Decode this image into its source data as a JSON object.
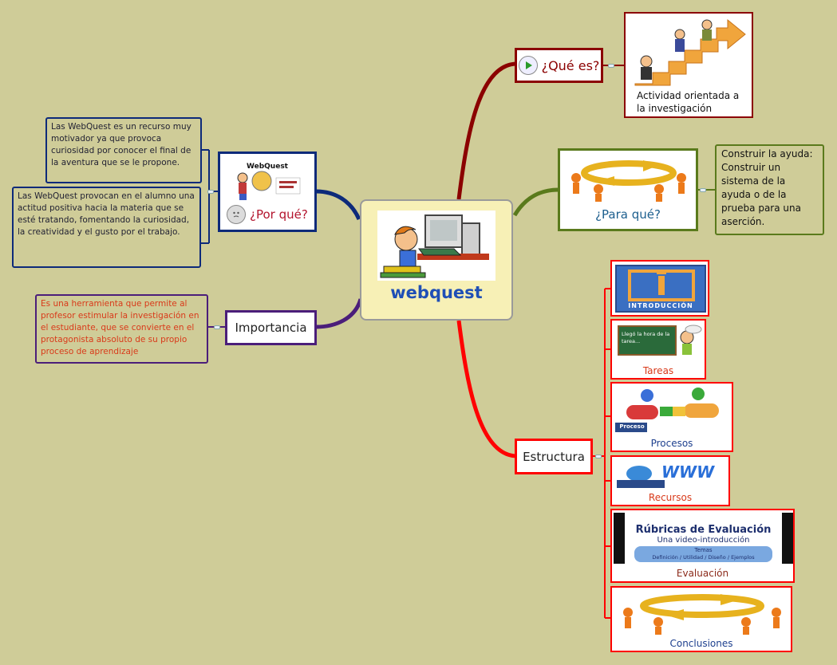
{
  "center": {
    "label": "webquest"
  },
  "que_es": {
    "label": "¿Qué es?",
    "caption": "Actividad orientada a la investigación"
  },
  "para_que": {
    "label": "¿Para qué?",
    "note": "Construir la ayuda: Construir un sistema de la ayuda o de la prueba para una aserción."
  },
  "por_que": {
    "label": "¿Por qué?",
    "image_title": "WebQuest",
    "notes": [
      "Las WebQuest es un recurso muy motivador ya que provoca curiosidad por conocer el final de la aventura que se le propone.",
      "Las WebQuest provocan en el alumno una actitud positiva hacia la  materia que se esté tratando, fomentando  la curiosidad, la  creatividad y el  gusto por  el trabajo."
    ]
  },
  "importancia": {
    "label": "Importancia",
    "note": "Es una herramienta que permite al profesor estimular la investigación en el estudiante, que se convierte en el protagonista absoluto de su propio proceso de aprendizaje"
  },
  "estructura": {
    "label": "Estructura",
    "items": [
      {
        "caption": "",
        "image_text": "INTRODUCCIÓN"
      },
      {
        "caption": "Tareas",
        "image_text": "Llegó la hora de la tarea..."
      },
      {
        "caption": "Procesos",
        "image_text": "Proceso"
      },
      {
        "caption": "Recursos",
        "image_text": "WWW"
      },
      {
        "caption": "Evaluación",
        "image_text": "Rúbricas de Evaluación",
        "image_sub": "Una video-introducción",
        "image_sub2": "Temas",
        "image_sub3": "Definición / Utilidad / Diseño / Ejemplos"
      },
      {
        "caption": "Conclusiones",
        "image_text": ""
      }
    ]
  },
  "colors": {
    "background": "#cfcc98",
    "center_fill": "#f7f0b6",
    "que_es": "#8b0000",
    "para_que": "#5a7a1c",
    "por_que": "#0d2a7a",
    "importancia": "#4b1e7a",
    "estructura": "#ff0000"
  }
}
